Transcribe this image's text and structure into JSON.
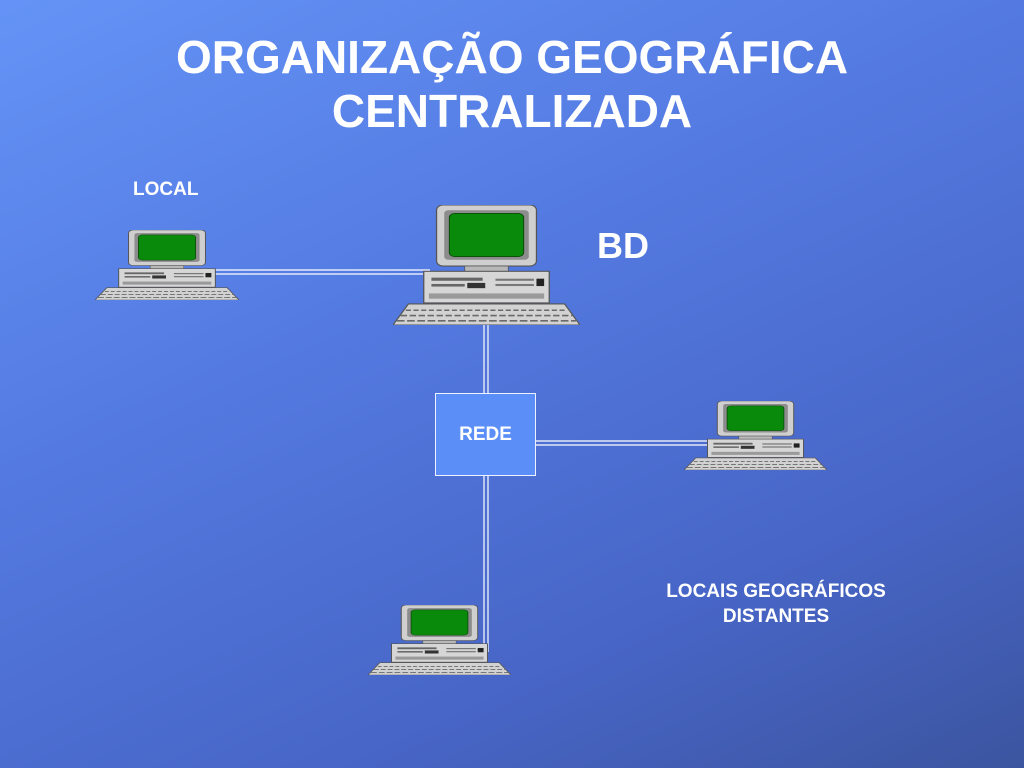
{
  "slide": {
    "title_line1": "ORGANIZAÇÃO GEOGRÁFICA",
    "title_line2": "CENTRALIZADA"
  },
  "labels": {
    "local": "LOCAL",
    "bd": "BD",
    "rede": "REDE",
    "distant_line1": "LOCAIS GEOGRÁFICOS",
    "distant_line2": "DISTANTES"
  },
  "colors": {
    "screen": "#0a8a0a",
    "computer_body": "#c8c8c8",
    "link_line": "#ffffff"
  },
  "icons": [
    "desktop-computer-icon"
  ]
}
